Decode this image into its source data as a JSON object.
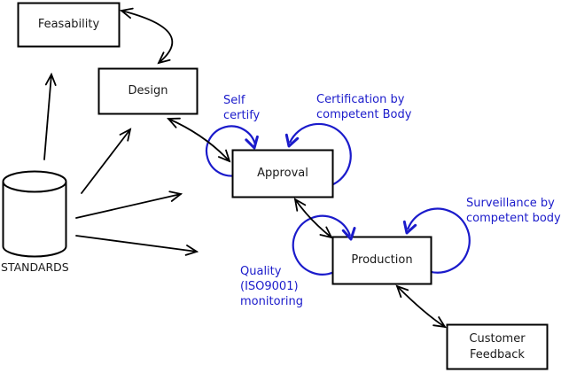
{
  "diagram": {
    "boxes": {
      "feasability": {
        "label": "Feasability"
      },
      "design": {
        "label": "Design"
      },
      "approval": {
        "label": "Approval"
      },
      "production": {
        "label": "Production"
      },
      "customer_feedback": {
        "label": "Customer\nFeedback"
      }
    },
    "datastore": {
      "label": "STANDARDS"
    },
    "annotations": {
      "self_certify": {
        "label": "Self\ncertify"
      },
      "certification": {
        "label": "Certification by\ncompetent Body"
      },
      "surveillance": {
        "label": "Surveillance by\ncompetent body"
      },
      "quality_monitoring": {
        "label": "Quality\n(ISO9001)\nmonitoring"
      }
    },
    "colors": {
      "annotation_blue": "#1b1bcb",
      "line_black": "#000000",
      "background": "#ffffff"
    }
  }
}
